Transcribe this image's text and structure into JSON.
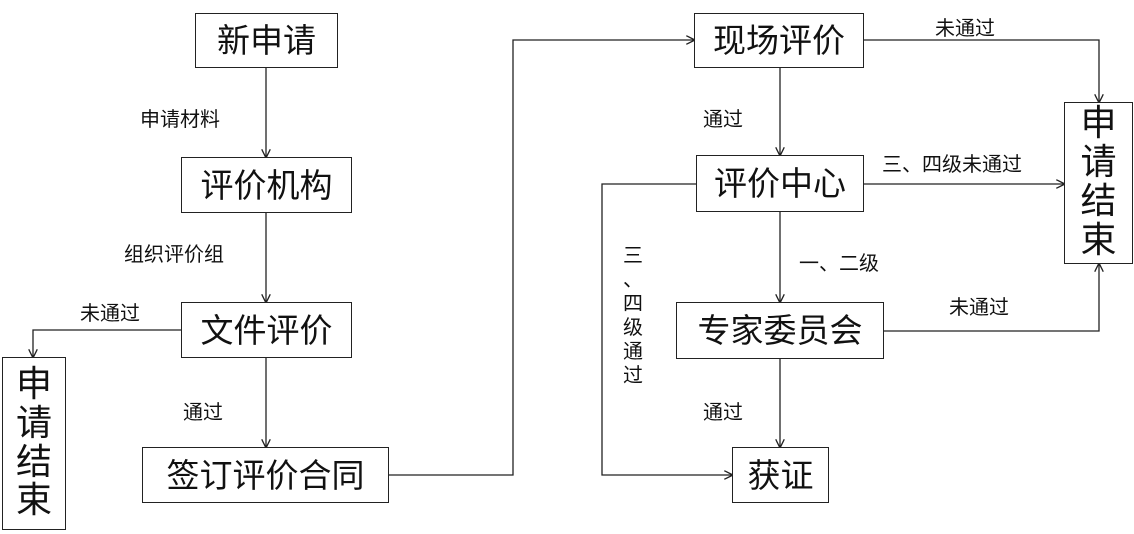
{
  "nodes": {
    "new_application": "新申请",
    "evaluation_agency": "评价机构",
    "document_review": "文件评价",
    "sign_contract": "签订评价合同",
    "site_evaluation": "现场评价",
    "evaluation_center": "评价中心",
    "expert_committee": "专家委员会",
    "certified": "获证",
    "end_left": [
      "申",
      "请",
      "结",
      "束"
    ],
    "end_right": [
      "申",
      "请",
      "结",
      "束"
    ]
  },
  "edges": {
    "application_materials": "申请材料",
    "organize_team": "组织评价组",
    "doc_fail": "未通过",
    "doc_pass": "通过",
    "site_fail": "未通过",
    "site_pass": "通过",
    "center_level34_fail": "三、四级未通过",
    "center_level12": "一、二级",
    "center_level34_pass": [
      "三",
      "、",
      "四",
      "级",
      "通",
      "过"
    ],
    "committee_fail": "未通过",
    "committee_pass": "通过"
  }
}
